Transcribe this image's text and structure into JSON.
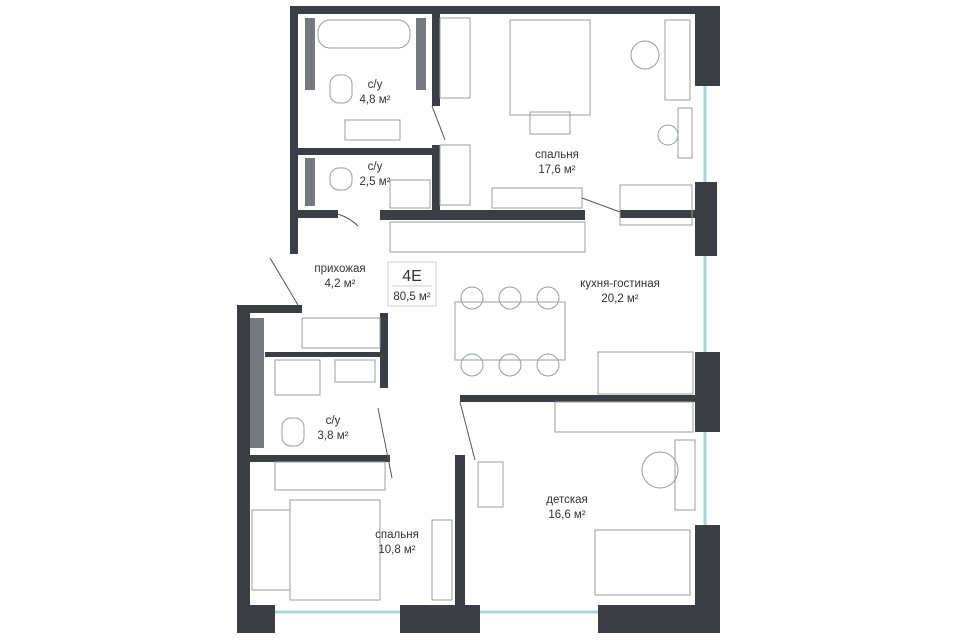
{
  "apartment": {
    "code": "4E",
    "total_area": "80,5 м²"
  },
  "rooms": [
    {
      "name": "с/у",
      "area": "4,8 м²"
    },
    {
      "name": "с/у",
      "area": "2,5 м²"
    },
    {
      "name": "спальня",
      "area": "17,6 м²"
    },
    {
      "name": "прихожая",
      "area": "4,2 м²"
    },
    {
      "name": "кухня-гостиная",
      "area": "20,2 м²"
    },
    {
      "name": "с/у",
      "area": "3,8 м²"
    },
    {
      "name": "детская",
      "area": "16,6 м²"
    },
    {
      "name": "спальня",
      "area": "10,8 м²"
    }
  ],
  "colors": {
    "wall": "#3b3e43",
    "window": "#a9d3df"
  }
}
